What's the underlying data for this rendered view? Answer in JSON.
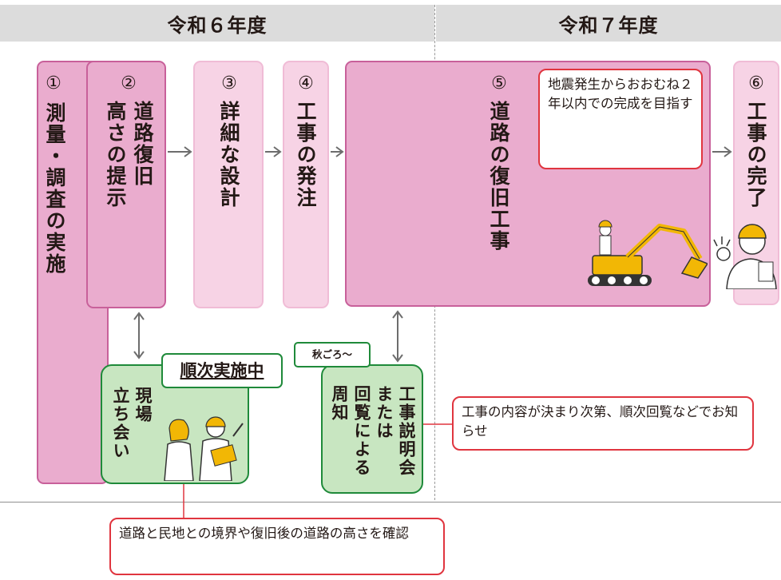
{
  "header": {
    "r6_label": "令和６年度",
    "r7_label": "令和７年度"
  },
  "steps": [
    {
      "num": "①",
      "label": "測量・調査の実施"
    },
    {
      "num": "②",
      "label_1": "道路復旧",
      "label_2": "高さの提示"
    },
    {
      "num": "③",
      "label": "詳細な設計"
    },
    {
      "num": "④",
      "label": "工事の発注"
    },
    {
      "num": "⑤",
      "label": "道路の復旧工事"
    },
    {
      "num": "⑥",
      "label": "工事の完了"
    }
  ],
  "notes": {
    "completion_goal": "地震発生からおおむね２年以内での完成を目指す",
    "circulation": "工事の内容が決まり次第、順次回覧などでお知らせ",
    "boundary": "道路と民地との境界や復旧後の道路の高さを確認"
  },
  "field_visit": {
    "tag": "順次実施中",
    "label_1": "現場",
    "label_2": "立ち会い"
  },
  "briefing": {
    "tag": "秋ごろ～",
    "label_1": "工事説明会",
    "label_2": "または",
    "label_3": "回覧による",
    "label_4": "周知"
  },
  "colors": {
    "step_pink": "#eaacce",
    "step_light": "#f7d3e5",
    "green_fill": "#c8e6c1",
    "green_border": "#1f8a3a",
    "note_border": "#e0353f",
    "header_bg": "#dcdcdc"
  },
  "icons": [
    "excavator-illustration",
    "worker-ok-illustration",
    "field-visit-illustration",
    "right-arrow-icon",
    "double-arrow-icon"
  ]
}
